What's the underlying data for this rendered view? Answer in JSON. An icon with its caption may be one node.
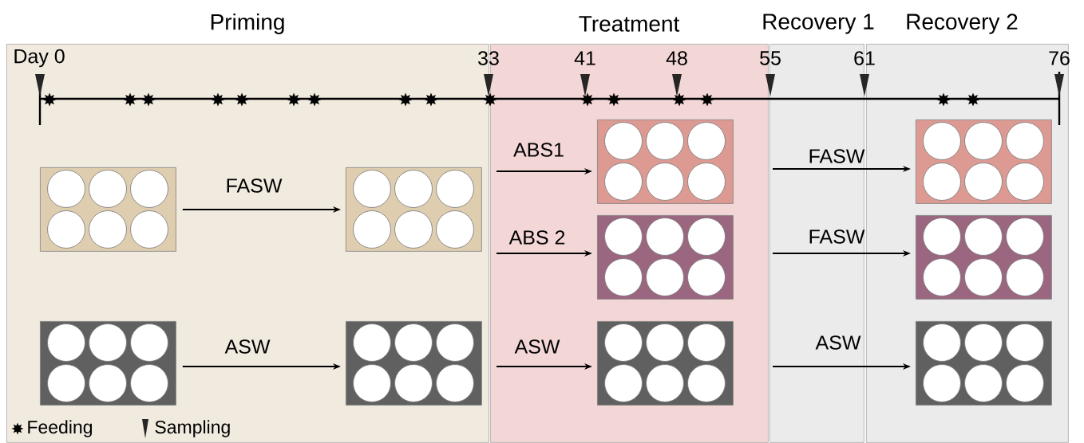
{
  "diagram": {
    "nodes": [
      {
        "text": [
          "Priming"
        ]
      },
      {
        "text": [],
        "shape": "box",
        "in": 0
      },
      {
        "text": [],
        "shape": "box",
        "in": 0
      },
      {
        "text": [],
        "shape": "box",
        "in": 0
      },
      {
        "text": [],
        "shape": "box",
        "in": 0
      },
      {
        "text": [
          "Treatment"
        ]
      },
      {
        "text": [],
        "shape": "box",
        "in": 5
      },
      {
        "text": [],
        "shape": "box",
        "in": 5
      },
      {
        "text": [],
        "shape": "box",
        "in": 5
      },
      {
        "text": [
          "Recovery 1"
        ]
      },
      {
        "text": [
          "Recovery 2"
        ]
      },
      {
        "text": [],
        "shape": "box",
        "in": 10
      },
      {
        "text": [],
        "shape": "box",
        "in": 10
      },
      {
        "text": [],
        "shape": "box",
        "in": 10
      }
    ],
    "edges": [
      {
        "from": 1,
        "to": 2,
        "arrow": "to",
        "label": "FASW"
      },
      {
        "from": 3,
        "to": 4,
        "arrow": "to",
        "label": "ASW"
      },
      {
        "from": null,
        "to": 6,
        "arrow": "to",
        "label": "ABS1"
      },
      {
        "from": null,
        "to": 7,
        "arrow": "to",
        "label": "ABS 2"
      },
      {
        "from": null,
        "to": 8,
        "arrow": "to",
        "label": "ASW"
      },
      {
        "from": 9,
        "to": 11,
        "arrow": "to",
        "label": "FASW"
      },
      {
        "from": 9,
        "to": 12,
        "arrow": "to",
        "label": "FASW"
      },
      {
        "from": 9,
        "to": 13,
        "arrow": "to",
        "label": "ASW"
      }
    ],
    "labels": [
      "Day 0",
      "33",
      "41",
      "48",
      "55",
      "61",
      "76"
    ],
    "legend": [
      {
        "text": "Feeding"
      },
      {
        "text": "Sampling"
      }
    ]
  }
}
